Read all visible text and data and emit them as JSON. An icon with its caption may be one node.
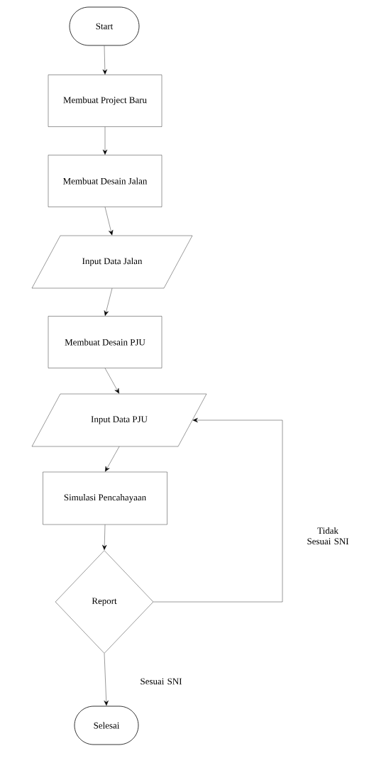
{
  "diagram": {
    "nodes": [
      {
        "text": [
          "Start"
        ]
      },
      {
        "text": [
          "Membuat Project Baru"
        ]
      },
      {
        "text": [
          "Membuat Desain Jalan"
        ]
      },
      {
        "text": [
          "Input Data Jalan"
        ]
      },
      {
        "text": [
          "Membuat Desain PJU"
        ]
      },
      {
        "text": [
          "Input Data PJU"
        ]
      },
      {
        "text": [
          "Simulasi Pencahayaan"
        ]
      },
      {
        "text": [
          "Report"
        ]
      },
      {
        "text": [
          "Selesai"
        ]
      }
    ],
    "edges": [
      {
        "from": 0,
        "to": 1,
        "arrow": "to"
      },
      {
        "from": 1,
        "to": 2,
        "arrow": "to"
      },
      {
        "from": 2,
        "to": 3,
        "arrow": "to"
      },
      {
        "from": 3,
        "to": 4,
        "arrow": "to"
      },
      {
        "from": 4,
        "to": 5,
        "arrow": "to"
      },
      {
        "from": 5,
        "to": 6,
        "arrow": "to"
      },
      {
        "from": 6,
        "to": 7,
        "arrow": "to"
      },
      {
        "from": 7,
        "to": 8,
        "arrow": "to",
        "label": "Sesuai SNI"
      },
      {
        "from": 7,
        "to": 5,
        "arrow": "to",
        "label": "Tidak Sesuai SNI"
      }
    ]
  }
}
